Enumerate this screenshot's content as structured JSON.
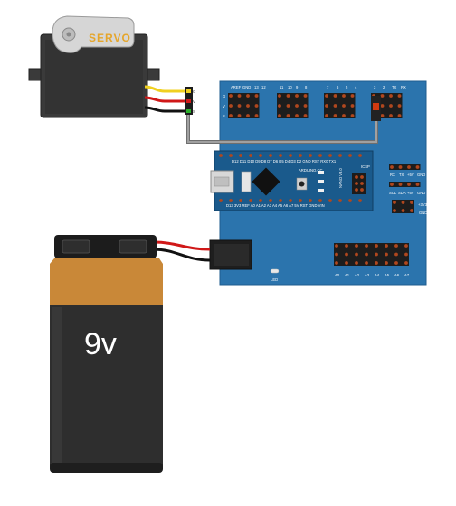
{
  "servo": {
    "label": "SERVO",
    "pin_letters": [
      "G",
      "V",
      "S"
    ]
  },
  "battery": {
    "label": "9v"
  },
  "shield": {
    "top_header_labels": [
      "AREF",
      "GND",
      "13",
      "12",
      "11",
      "10",
      "9",
      "8",
      "7",
      "6",
      "5",
      "4",
      "3",
      "2",
      "TX",
      "RX"
    ],
    "rail_letters": [
      "G",
      "V",
      "S"
    ],
    "right_labels_top": [
      "RX",
      "TX",
      "+5V",
      "GND"
    ],
    "right_labels_mid": [
      "SCL",
      "SDA",
      "+5V",
      "GND"
    ],
    "right_labels_low": [
      "+3V3",
      "GND"
    ],
    "bottom_labels": [
      "A0",
      "A1",
      "A2",
      "A3",
      "A4",
      "A5",
      "A6",
      "A7"
    ],
    "led_label": "LED"
  },
  "nano": {
    "top_pins_label": "D12 D11 D10 D9 D8 D7 D6 D5 D4 D3 D2 GND RST RX0 TX1",
    "bottom_pins_label": "D13 3V3 REF A0 A1 A2 A3 A4 A5 A6 A7 5V RST GND VIN",
    "brand": "ARDUINO.CC",
    "model": "NANO V3.0",
    "icsp": "ICSP"
  },
  "colors": {
    "shield_blue": "#2b74ad",
    "nano_blue": "#1a5a8c",
    "battery_orange": "#c98838",
    "battery_dark": "#2e2e2e",
    "servo_body": "#3a3a3a",
    "servo_label": "#e5a52a",
    "wire_gray": "#8a8a8a"
  }
}
